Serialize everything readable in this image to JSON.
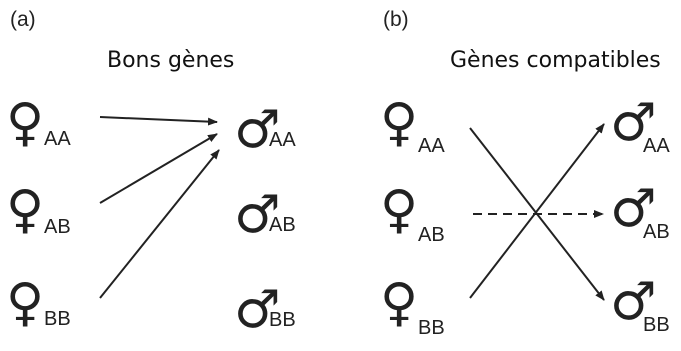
{
  "panels": [
    {
      "label": "(a)",
      "title": "Bons gènes",
      "females": [
        {
          "symbol": "♀",
          "genotype": "AA"
        },
        {
          "symbol": "♀",
          "genotype": "AB"
        },
        {
          "symbol": "♀",
          "genotype": "BB"
        }
      ],
      "males": [
        {
          "symbol": "♂",
          "genotype": "AA"
        },
        {
          "symbol": "♂",
          "genotype": "AB"
        },
        {
          "symbol": "♂",
          "genotype": "BB"
        }
      ],
      "links": [
        {
          "from": "AA",
          "to": "AA",
          "style": "solid"
        },
        {
          "from": "AB",
          "to": "AA",
          "style": "solid"
        },
        {
          "from": "BB",
          "to": "AA",
          "style": "solid"
        }
      ]
    },
    {
      "label": "(b)",
      "title": "Gènes compatibles",
      "females": [
        {
          "symbol": "♀",
          "genotype": "AA"
        },
        {
          "symbol": "♀",
          "genotype": "AB"
        },
        {
          "symbol": "♀",
          "genotype": "BB"
        }
      ],
      "males": [
        {
          "symbol": "♂",
          "genotype": "AA"
        },
        {
          "symbol": "♂",
          "genotype": "AB"
        },
        {
          "symbol": "♂",
          "genotype": "BB"
        }
      ],
      "links": [
        {
          "from": "AA",
          "to": "BB",
          "style": "solid"
        },
        {
          "from": "AB",
          "to": "AB",
          "style": "dashed"
        },
        {
          "from": "BB",
          "to": "AA",
          "style": "solid"
        }
      ]
    }
  ],
  "colors": {
    "ink": "#222222",
    "background": "#ffffff"
  }
}
